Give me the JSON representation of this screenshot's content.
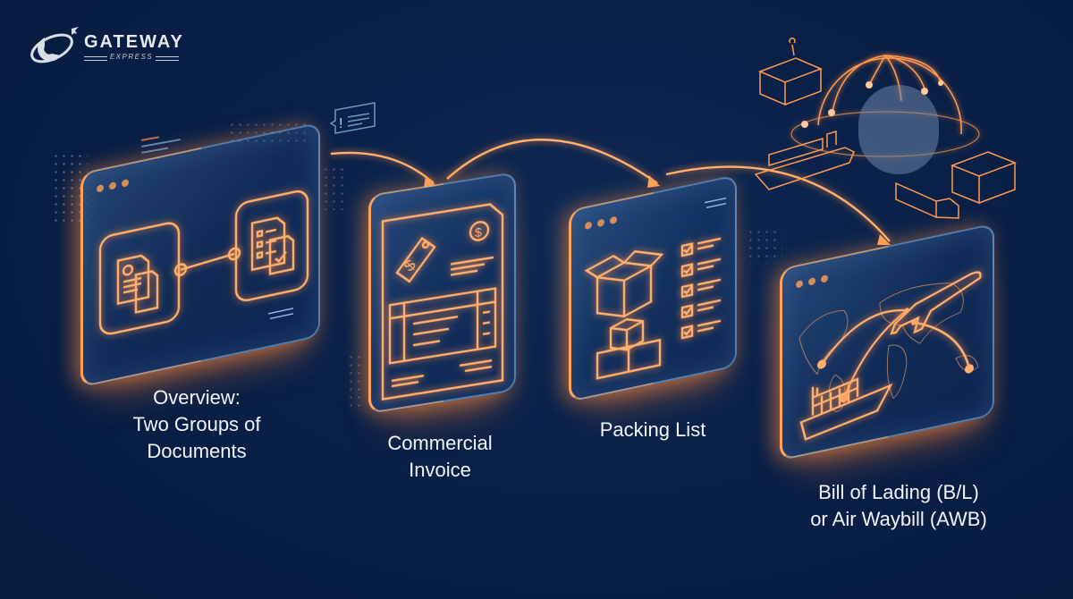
{
  "brand": {
    "name": "GATEWAY",
    "tagline": "EXPRESS",
    "icon": "globe-airplane-icon"
  },
  "colors": {
    "background": "#0a2047",
    "accent_glow": "#ffa35c",
    "panel_border": "#8cbef0",
    "text": "#f1f4f9"
  },
  "steps": [
    {
      "label_line1": "Overview:",
      "label_line2": "Two Groups of",
      "label_line3": "Documents",
      "icons": [
        "document-chart-icon",
        "checklist-document-icon"
      ]
    },
    {
      "label_line1": "Commercial",
      "label_line2": "Invoice",
      "icons": [
        "price-tag-dollar-icon",
        "dollar-coin-icon",
        "invoice-table-icon"
      ]
    },
    {
      "label_line1": "Packing List",
      "icons": [
        "open-box-icon",
        "stacked-boxes-icon",
        "checklist-icon"
      ]
    },
    {
      "label_line1": "Bill of Lading (B/L)",
      "label_line2": "or Air Waybill (AWB)",
      "icons": [
        "world-map-icon",
        "airplane-icon",
        "cargo-ship-icon"
      ]
    }
  ],
  "scene": {
    "top_right_illustration": [
      "globe-network-icon",
      "shipping-container-icon",
      "cargo-ship-icon",
      "truck-icon"
    ]
  }
}
